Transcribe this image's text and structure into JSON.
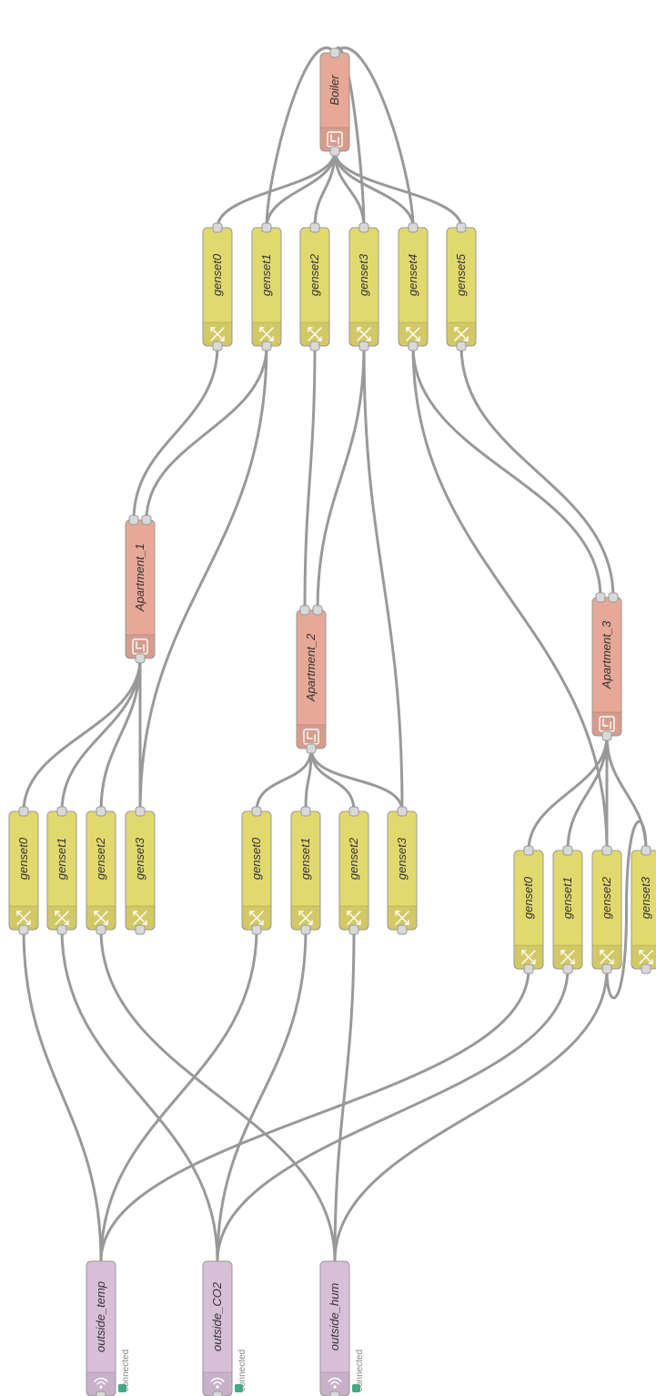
{
  "colors": {
    "function_node": "#e2d96e",
    "subflow_node": "#e7a898",
    "input_node": "#d8bfd8",
    "wire": "#999999",
    "port": "#d9d9d9",
    "status_ok": "#3dac83"
  },
  "nodes": [
    {
      "id": "boiler",
      "label": "Boiler",
      "kind": "subflow",
      "icon": "subflow-icon"
    },
    {
      "id": "top_g0",
      "label": "genset0",
      "kind": "function",
      "icon": "switch-icon"
    },
    {
      "id": "top_g1",
      "label": "genset1",
      "kind": "function",
      "icon": "switch-icon"
    },
    {
      "id": "top_g2",
      "label": "genset2",
      "kind": "function",
      "icon": "switch-icon"
    },
    {
      "id": "top_g3",
      "label": "genset3",
      "kind": "function",
      "icon": "switch-icon"
    },
    {
      "id": "top_g4",
      "label": "genset4",
      "kind": "function",
      "icon": "switch-icon"
    },
    {
      "id": "top_g5",
      "label": "genset5",
      "kind": "function",
      "icon": "switch-icon"
    },
    {
      "id": "apt1",
      "label": "Apartment_1",
      "kind": "subflow",
      "icon": "subflow-icon"
    },
    {
      "id": "apt2",
      "label": "Apartment_2",
      "kind": "subflow",
      "icon": "subflow-icon"
    },
    {
      "id": "apt3",
      "label": "Apartment_3",
      "kind": "subflow",
      "icon": "subflow-icon"
    },
    {
      "id": "a1_g0",
      "label": "genset0",
      "kind": "function",
      "icon": "switch-icon"
    },
    {
      "id": "a1_g1",
      "label": "genset1",
      "kind": "function",
      "icon": "switch-icon"
    },
    {
      "id": "a1_g2",
      "label": "genset2",
      "kind": "function",
      "icon": "switch-icon"
    },
    {
      "id": "a1_g3",
      "label": "genset3",
      "kind": "function",
      "icon": "switch-icon"
    },
    {
      "id": "a2_g0",
      "label": "genset0",
      "kind": "function",
      "icon": "switch-icon"
    },
    {
      "id": "a2_g1",
      "label": "genset1",
      "kind": "function",
      "icon": "switch-icon"
    },
    {
      "id": "a2_g2",
      "label": "genset2",
      "kind": "function",
      "icon": "switch-icon"
    },
    {
      "id": "a2_g3",
      "label": "genset3",
      "kind": "function",
      "icon": "switch-icon"
    },
    {
      "id": "a3_g0",
      "label": "genset0",
      "kind": "function",
      "icon": "switch-icon"
    },
    {
      "id": "a3_g1",
      "label": "genset1",
      "kind": "function",
      "icon": "switch-icon"
    },
    {
      "id": "a3_g2",
      "label": "genset2",
      "kind": "function",
      "icon": "switch-icon"
    },
    {
      "id": "a3_g3",
      "label": "genset3",
      "kind": "function",
      "icon": "switch-icon"
    },
    {
      "id": "out_temp",
      "label": "outside_temp",
      "kind": "input",
      "icon": "wifi-icon",
      "status": "connected"
    },
    {
      "id": "out_co2",
      "label": "outside_CO2",
      "kind": "input",
      "icon": "wifi-icon",
      "status": "connected"
    },
    {
      "id": "out_hum",
      "label": "outside_hum",
      "kind": "input",
      "icon": "wifi-icon",
      "status": "connected"
    }
  ],
  "wires": [
    [
      "boiler",
      "top_g0"
    ],
    [
      "boiler",
      "top_g1"
    ],
    [
      "boiler",
      "top_g2"
    ],
    [
      "boiler",
      "top_g3"
    ],
    [
      "boiler",
      "top_g4"
    ],
    [
      "boiler",
      "top_g5"
    ],
    [
      "top_g1",
      "boiler"
    ],
    [
      "top_g3",
      "boiler"
    ],
    [
      "top_g4",
      "boiler"
    ],
    [
      "top_g0",
      "apt1"
    ],
    [
      "top_g1",
      "apt1"
    ],
    [
      "top_g2",
      "apt2"
    ],
    [
      "top_g3",
      "apt2"
    ],
    [
      "top_g4",
      "apt3"
    ],
    [
      "top_g5",
      "apt3"
    ],
    [
      "top_g1",
      "a1_g3"
    ],
    [
      "top_g3",
      "a2_g3"
    ],
    [
      "top_g4",
      "a3_g2"
    ],
    [
      "a3_g2",
      "a3_g3"
    ],
    [
      "apt1",
      "a1_g0"
    ],
    [
      "apt1",
      "a1_g1"
    ],
    [
      "apt1",
      "a1_g2"
    ],
    [
      "apt1",
      "a1_g3"
    ],
    [
      "apt2",
      "a2_g0"
    ],
    [
      "apt2",
      "a2_g1"
    ],
    [
      "apt2",
      "a2_g2"
    ],
    [
      "apt2",
      "a2_g3"
    ],
    [
      "apt3",
      "a3_g0"
    ],
    [
      "apt3",
      "a3_g1"
    ],
    [
      "apt3",
      "a3_g2"
    ],
    [
      "apt3",
      "a3_g3"
    ],
    [
      "a1_g0",
      "out_temp"
    ],
    [
      "a2_g0",
      "out_temp"
    ],
    [
      "a3_g0",
      "out_temp"
    ],
    [
      "a1_g1",
      "out_co2"
    ],
    [
      "a2_g1",
      "out_co2"
    ],
    [
      "a3_g1",
      "out_co2"
    ],
    [
      "a1_g2",
      "out_hum"
    ],
    [
      "a2_g2",
      "out_hum"
    ],
    [
      "a3_g2",
      "out_hum"
    ]
  ]
}
